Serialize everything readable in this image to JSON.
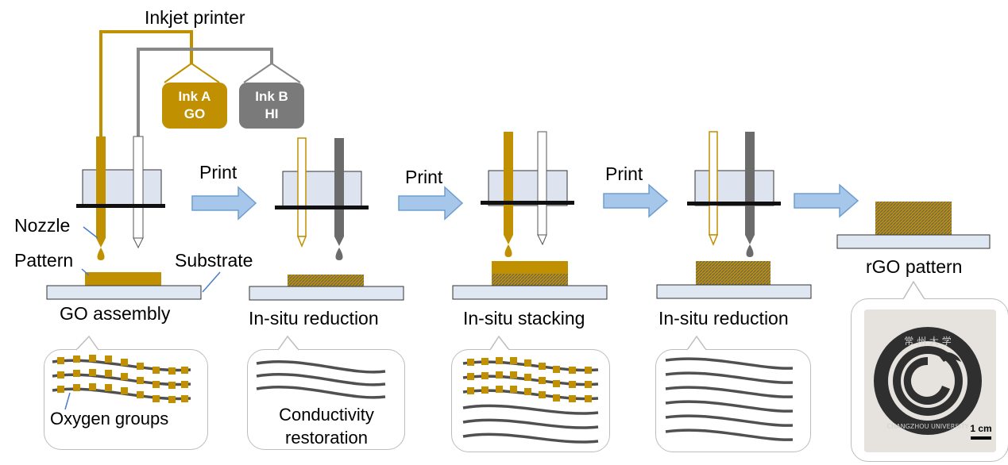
{
  "title": "Inkjet printer",
  "inks": [
    {
      "name": "Ink A",
      "content": "GO",
      "color": "#c09000"
    },
    {
      "name": "Ink B",
      "content": "HI",
      "color": "#7a7a7a"
    }
  ],
  "labels": {
    "nozzle": "Nozzle",
    "pattern": "Pattern",
    "substrate": "Substrate",
    "oxygen_groups": "Oxygen groups",
    "scale_bar": "1 cm"
  },
  "steps": [
    {
      "caption": "GO assembly"
    },
    {
      "caption": "In-situ reduction",
      "bubble_text_line1": "Conductivity",
      "bubble_text_line2": "restoration"
    },
    {
      "caption": "In-situ stacking"
    },
    {
      "caption": "In-situ reduction"
    },
    {
      "caption": "rGO pattern"
    }
  ],
  "arrows": [
    {
      "label": "Print"
    },
    {
      "label": "Print"
    },
    {
      "label": "Print"
    },
    {
      "label": ""
    }
  ],
  "colors": {
    "go": "#c09000",
    "hi": "#7a7a7a",
    "reduced": "#8e7a3a",
    "arrow": "#a7c7ea",
    "arrow_border": "#6f9dd0",
    "glass": "#dde4f0",
    "substrate": "#dfe7f2",
    "sheet": "#505050"
  },
  "photo": {
    "seal_text_top": "常 州 大 学",
    "seal_text_bottom": "CHANGZHOU UNIVERSITY"
  }
}
